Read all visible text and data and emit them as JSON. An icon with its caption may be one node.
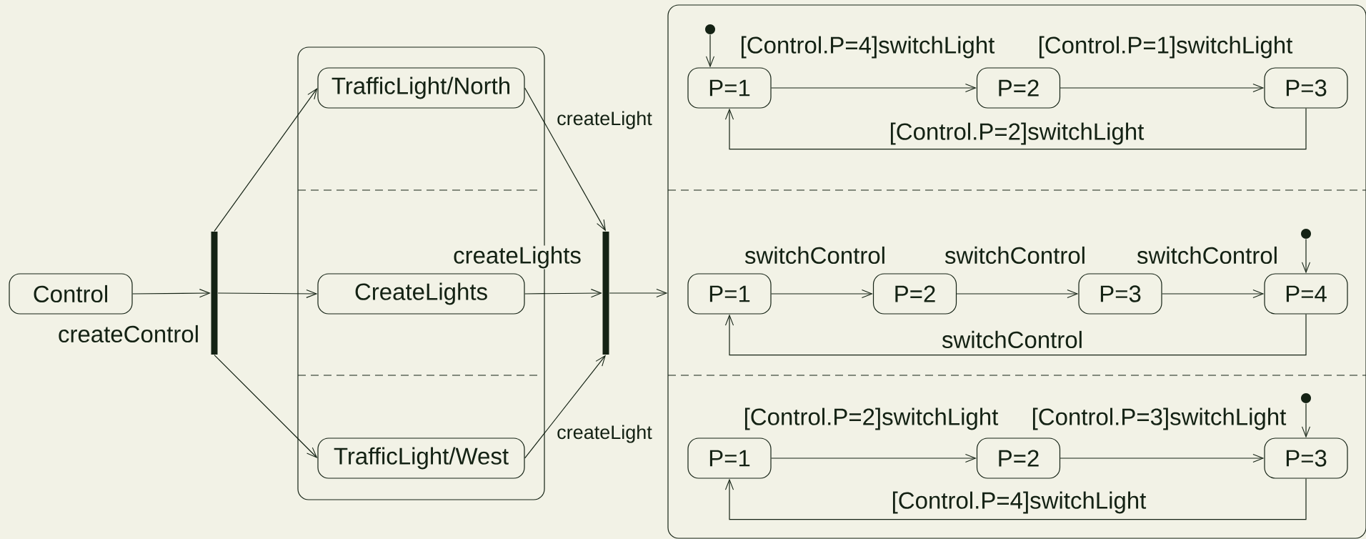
{
  "diagram": {
    "nodes": [
      {
        "text": [
          "Control"
        ]
      },
      {
        "text": [],
        "shape": "bar"
      },
      {
        "text": [],
        "shape": "box"
      },
      {
        "text": [
          "TrafficLight/North"
        ],
        "in": 2
      },
      {
        "text": [
          "CreateLights"
        ],
        "in": 2
      },
      {
        "text": [
          "TrafficLight/West"
        ],
        "in": 2
      },
      {
        "text": [],
        "shape": "bar"
      },
      {
        "text": [],
        "shape": "box"
      },
      {
        "text": [],
        "shape": "circle",
        "in": 7
      },
      {
        "text": [
          "P=1"
        ],
        "in": 7
      },
      {
        "text": [
          "P=2"
        ],
        "in": 7
      },
      {
        "text": [
          "P=3"
        ],
        "in": 7
      },
      {
        "text": [],
        "shape": "circle",
        "in": 7
      },
      {
        "text": [
          "P=1"
        ],
        "in": 7
      },
      {
        "text": [
          "P=2"
        ],
        "in": 7
      },
      {
        "text": [
          "P=3"
        ],
        "in": 7
      },
      {
        "text": [
          "P=4"
        ],
        "in": 7
      },
      {
        "text": [],
        "shape": "circle",
        "in": 7
      },
      {
        "text": [
          "P=1"
        ],
        "in": 7
      },
      {
        "text": [
          "P=2"
        ],
        "in": 7
      },
      {
        "text": [
          "P=3"
        ],
        "in": 7
      }
    ],
    "edges": [
      {
        "from": 0,
        "to": 1,
        "arrow": "to",
        "label": "createControl"
      },
      {
        "from": 1,
        "to": 3,
        "arrow": "to"
      },
      {
        "from": 1,
        "to": 4,
        "arrow": "to"
      },
      {
        "from": 1,
        "to": 5,
        "arrow": "to"
      },
      {
        "from": 3,
        "to": 6,
        "arrow": "to",
        "label": "createLight"
      },
      {
        "from": 4,
        "to": 6,
        "arrow": "to",
        "label": "createLights"
      },
      {
        "from": 5,
        "to": 6,
        "arrow": "to",
        "label": "createLight"
      },
      {
        "from": 6,
        "to": 7,
        "arrow": "to"
      },
      {
        "from": 8,
        "to": 9,
        "arrow": "to"
      },
      {
        "from": 9,
        "to": 10,
        "arrow": "to",
        "label": "[Control.P=4]switchLight"
      },
      {
        "from": 10,
        "to": 11,
        "arrow": "to",
        "label": "[Control.P=1]switchLight"
      },
      {
        "from": 11,
        "to": 9,
        "arrow": "to",
        "label": "[Control.P=2]switchLight"
      },
      {
        "from": 12,
        "to": 16,
        "arrow": "to"
      },
      {
        "from": 13,
        "to": 14,
        "arrow": "to",
        "label": "switchControl"
      },
      {
        "from": 14,
        "to": 15,
        "arrow": "to",
        "label": "switchControl"
      },
      {
        "from": 15,
        "to": 16,
        "arrow": "to",
        "label": "switchControl"
      },
      {
        "from": 16,
        "to": 13,
        "arrow": "to",
        "label": "switchControl"
      },
      {
        "from": 17,
        "to": 20,
        "arrow": "to"
      },
      {
        "from": 18,
        "to": 19,
        "arrow": "to",
        "label": "[Control.P=2]switchLight"
      },
      {
        "from": 19,
        "to": 20,
        "arrow": "to",
        "label": "[Control.P=3]switchLight"
      },
      {
        "from": 20,
        "to": 18,
        "arrow": "to",
        "label": "[Control.P=4]switchLight"
      }
    ]
  }
}
